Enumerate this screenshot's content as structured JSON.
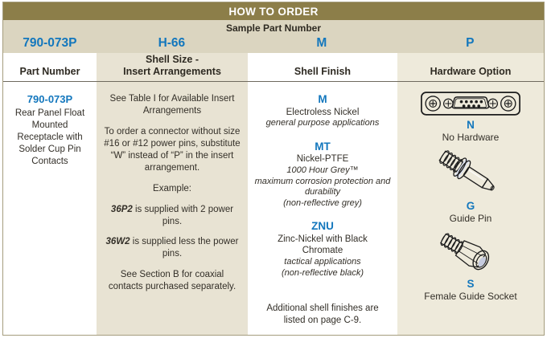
{
  "colors": {
    "accent_blue": "#1377bd",
    "title_bar_olive": "#8c7e49",
    "sample_band_beige": "#dbd5c0",
    "shell_size_col_tan": "#e8e3d3",
    "hardware_col_cream": "#eeeadb"
  },
  "title_bar": {
    "title": "HOW TO ORDER"
  },
  "sample": {
    "label": "Sample Part Number",
    "segments": [
      "790-073P",
      "H-66",
      "M",
      "P"
    ]
  },
  "columns": {
    "part_number": {
      "header": "Part Number",
      "code": "790-073P",
      "description": "Rear Panel Float Mounted Receptacle with Solder Cup Pin Contacts"
    },
    "shell_size": {
      "header_line1": "Shell Size -",
      "header_line2": "Insert Arrangements",
      "p_table": "See Table I for Available Insert Arrangements",
      "p_substitute": "To order a connector without size #16 or #12 power pins, substitute “W” instead of “P” in the insert arrangement.",
      "p_example_label": "Example:",
      "example1_code": "36P2",
      "example1_text": " is supplied with 2 power pins.",
      "example2_code": "36W2",
      "example2_text": " is supplied less the power pins.",
      "p_coaxial": "See Section B for coaxial contacts purchased separately."
    },
    "shell_finish": {
      "header": "Shell Finish",
      "options": [
        {
          "code": "M",
          "name": "Electroless Nickel",
          "note1": "general purpose applications"
        },
        {
          "code": "MT",
          "name": "Nickel-PTFE",
          "note1": "1000 Hour Grey™",
          "note2": "maximum corrosion protection and durability",
          "note3": "(non-reflective grey)"
        },
        {
          "code": "ZNU",
          "name": "Zinc-Nickel with Black Chromate",
          "note1": "tactical applications",
          "note2": "(non-reflective black)"
        }
      ],
      "footer": "Additional shell finishes are listed on page C-9."
    },
    "hardware": {
      "header": "Hardware Option",
      "options": [
        {
          "code": "N",
          "label": "No Hardware",
          "icon": "dsub-connector-face-icon"
        },
        {
          "code": "G",
          "label": "Guide Pin",
          "icon": "guide-pin-icon"
        },
        {
          "code": "S",
          "label": "Female Guide Socket",
          "icon": "female-guide-socket-icon"
        }
      ]
    }
  }
}
